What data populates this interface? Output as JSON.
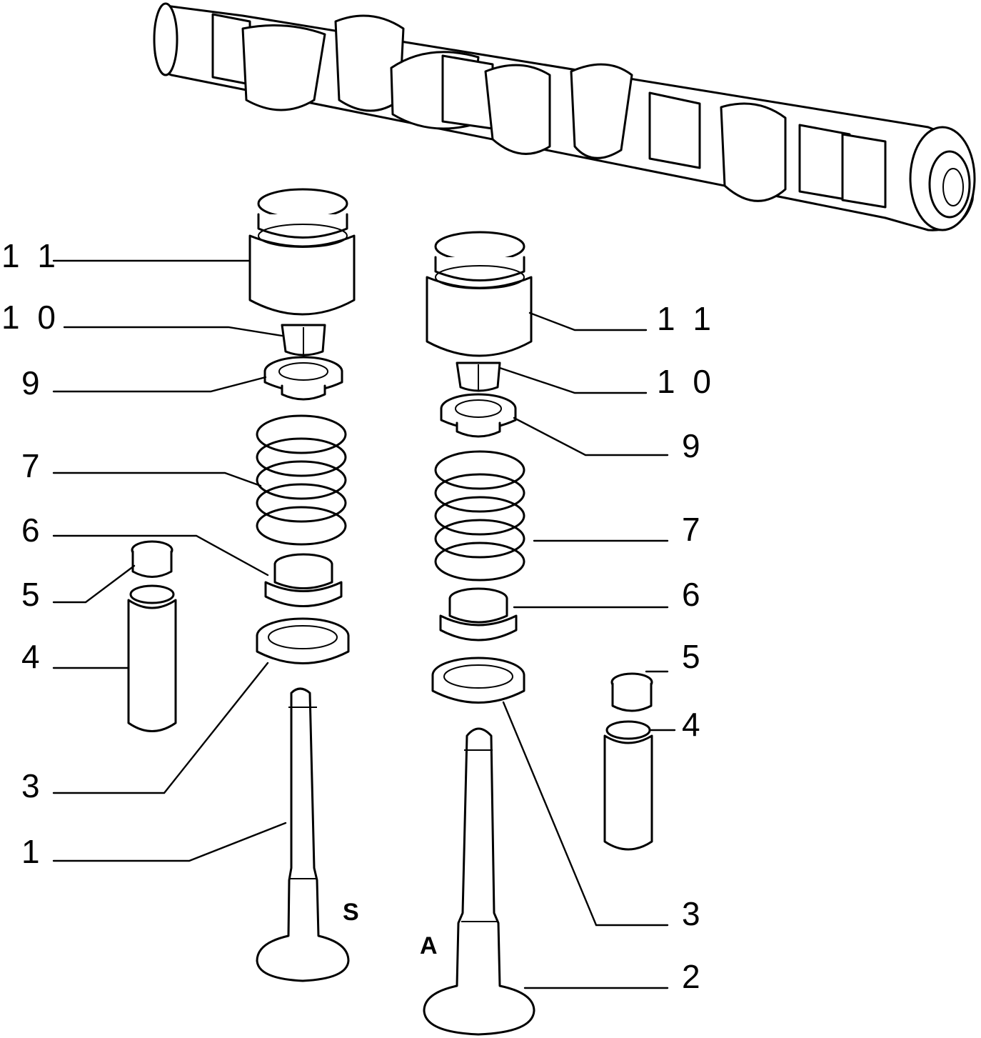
{
  "labels_left": {
    "n11": "1 1",
    "n10": "1 0",
    "n9": "9",
    "n7": "7",
    "n6": "6",
    "n5": "5",
    "n4": "4",
    "n3": "3",
    "n1": "1"
  },
  "labels_right": {
    "n11": "1 1",
    "n10": "1 0",
    "n9": "9",
    "n7": "7",
    "n6": "6",
    "n5": "5",
    "n4": "4",
    "n3": "3",
    "n2": "2"
  },
  "valve_markers": {
    "left": "S",
    "right": "A"
  }
}
